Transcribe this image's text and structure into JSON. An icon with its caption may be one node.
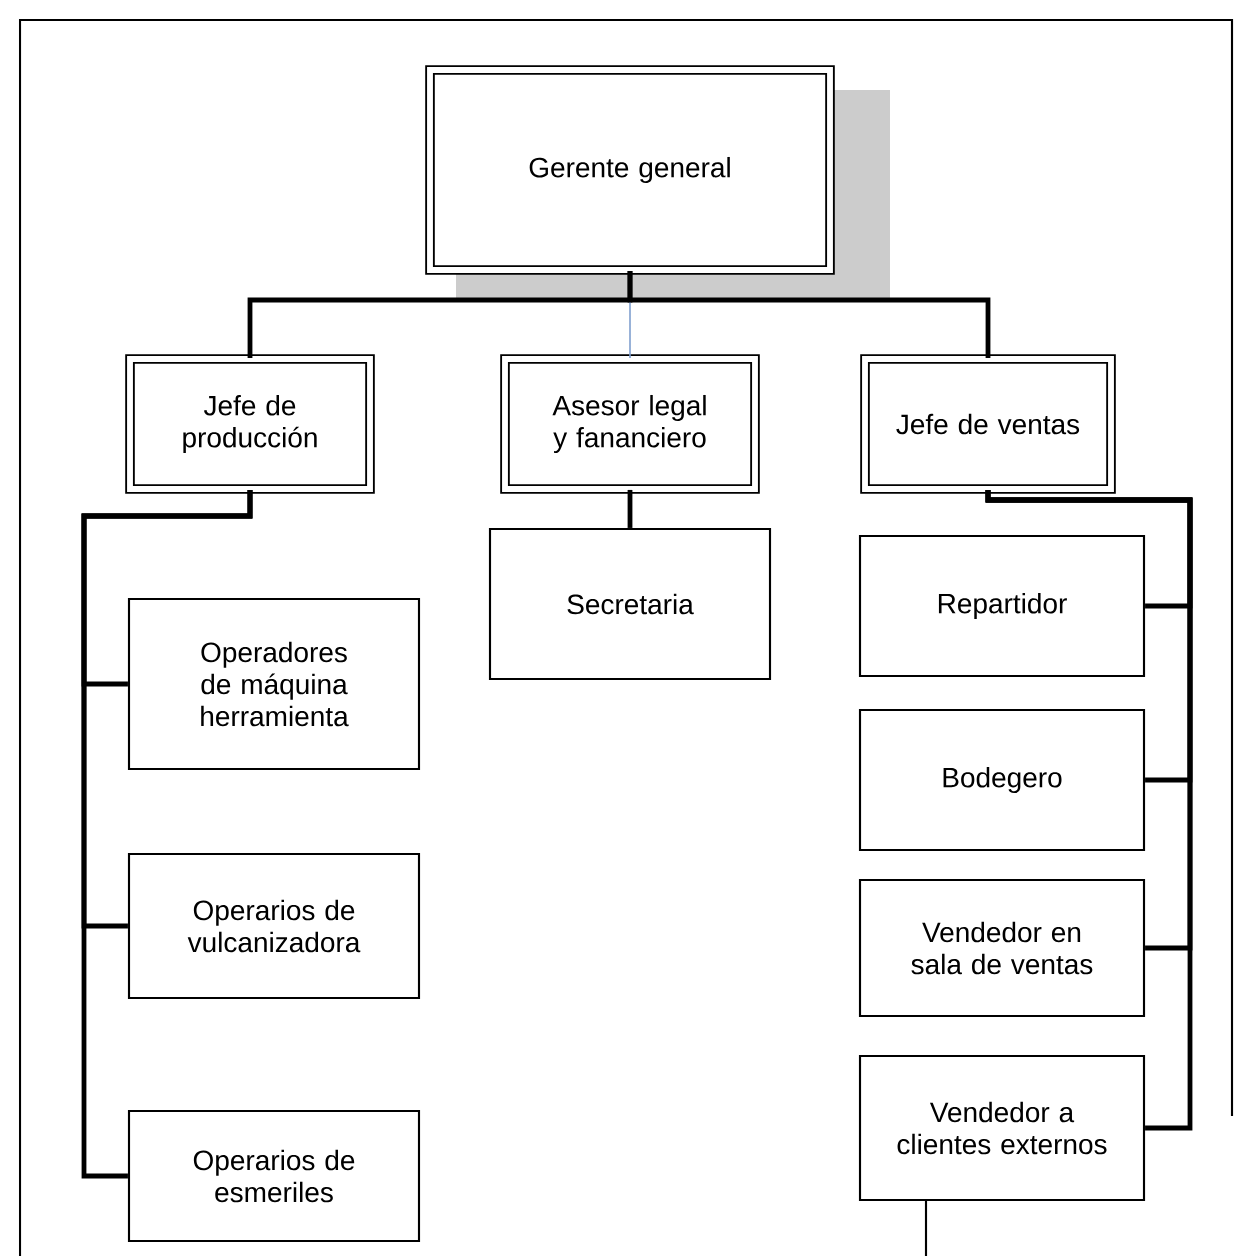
{
  "diagram": {
    "nodes": [
      {
        "text": [
          "Gerente general"
        ]
      },
      {
        "text": [
          "Jefe de producción"
        ]
      },
      {
        "text": [
          "Asesor legal y fananciero"
        ]
      },
      {
        "text": [
          "Jefe de ventas"
        ]
      },
      {
        "text": [
          "Secretaria"
        ]
      },
      {
        "text": [
          "Operadores de máquina herramienta"
        ]
      },
      {
        "text": [
          "Operarios de vulcanizadora"
        ]
      },
      {
        "text": [
          "Operarios de esmeriles"
        ]
      },
      {
        "text": [
          "Repartidor"
        ]
      },
      {
        "text": [
          "Bodegero"
        ]
      },
      {
        "text": [
          "Vendedor en sala de ventas"
        ]
      },
      {
        "text": [
          "Vendedor a clientes externos"
        ]
      }
    ],
    "edges": [
      {
        "from": 0,
        "to": 1,
        "arrow": "none"
      },
      {
        "from": 0,
        "to": 2,
        "arrow": "none",
        "color": "#7f9fcf"
      },
      {
        "from": 0,
        "to": 3,
        "arrow": "none"
      },
      {
        "from": 2,
        "to": 4,
        "arrow": "none"
      },
      {
        "from": 1,
        "to": 5,
        "arrow": "none"
      },
      {
        "from": 1,
        "to": 6,
        "arrow": "none"
      },
      {
        "from": 1,
        "to": 7,
        "arrow": "none"
      },
      {
        "from": 3,
        "to": 8,
        "arrow": "none"
      },
      {
        "from": 3,
        "to": 9,
        "arrow": "none"
      },
      {
        "from": 3,
        "to": 10,
        "arrow": "none"
      },
      {
        "from": 3,
        "to": 11,
        "arrow": "none"
      }
    ]
  }
}
